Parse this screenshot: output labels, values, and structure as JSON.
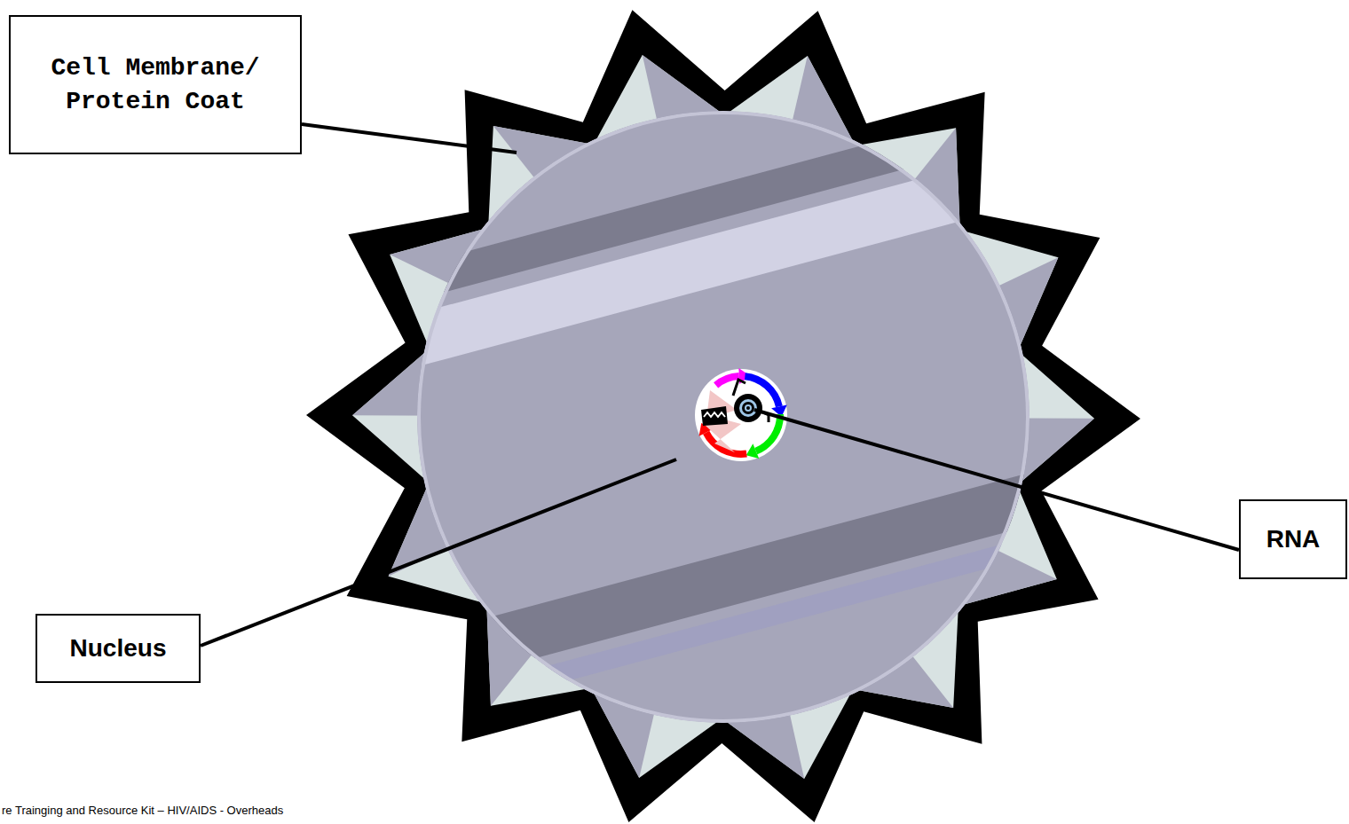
{
  "diagram": {
    "nodes": [
      {
        "text": [
          "Cell Membrane/ Protein Coat"
        ]
      },
      {
        "text": [
          "RNA"
        ]
      },
      {
        "text": [
          "Nucleus"
        ]
      }
    ],
    "labels": [
      "re Trainging and Resource Kit – HIV/AIDS - Overheads"
    ]
  }
}
